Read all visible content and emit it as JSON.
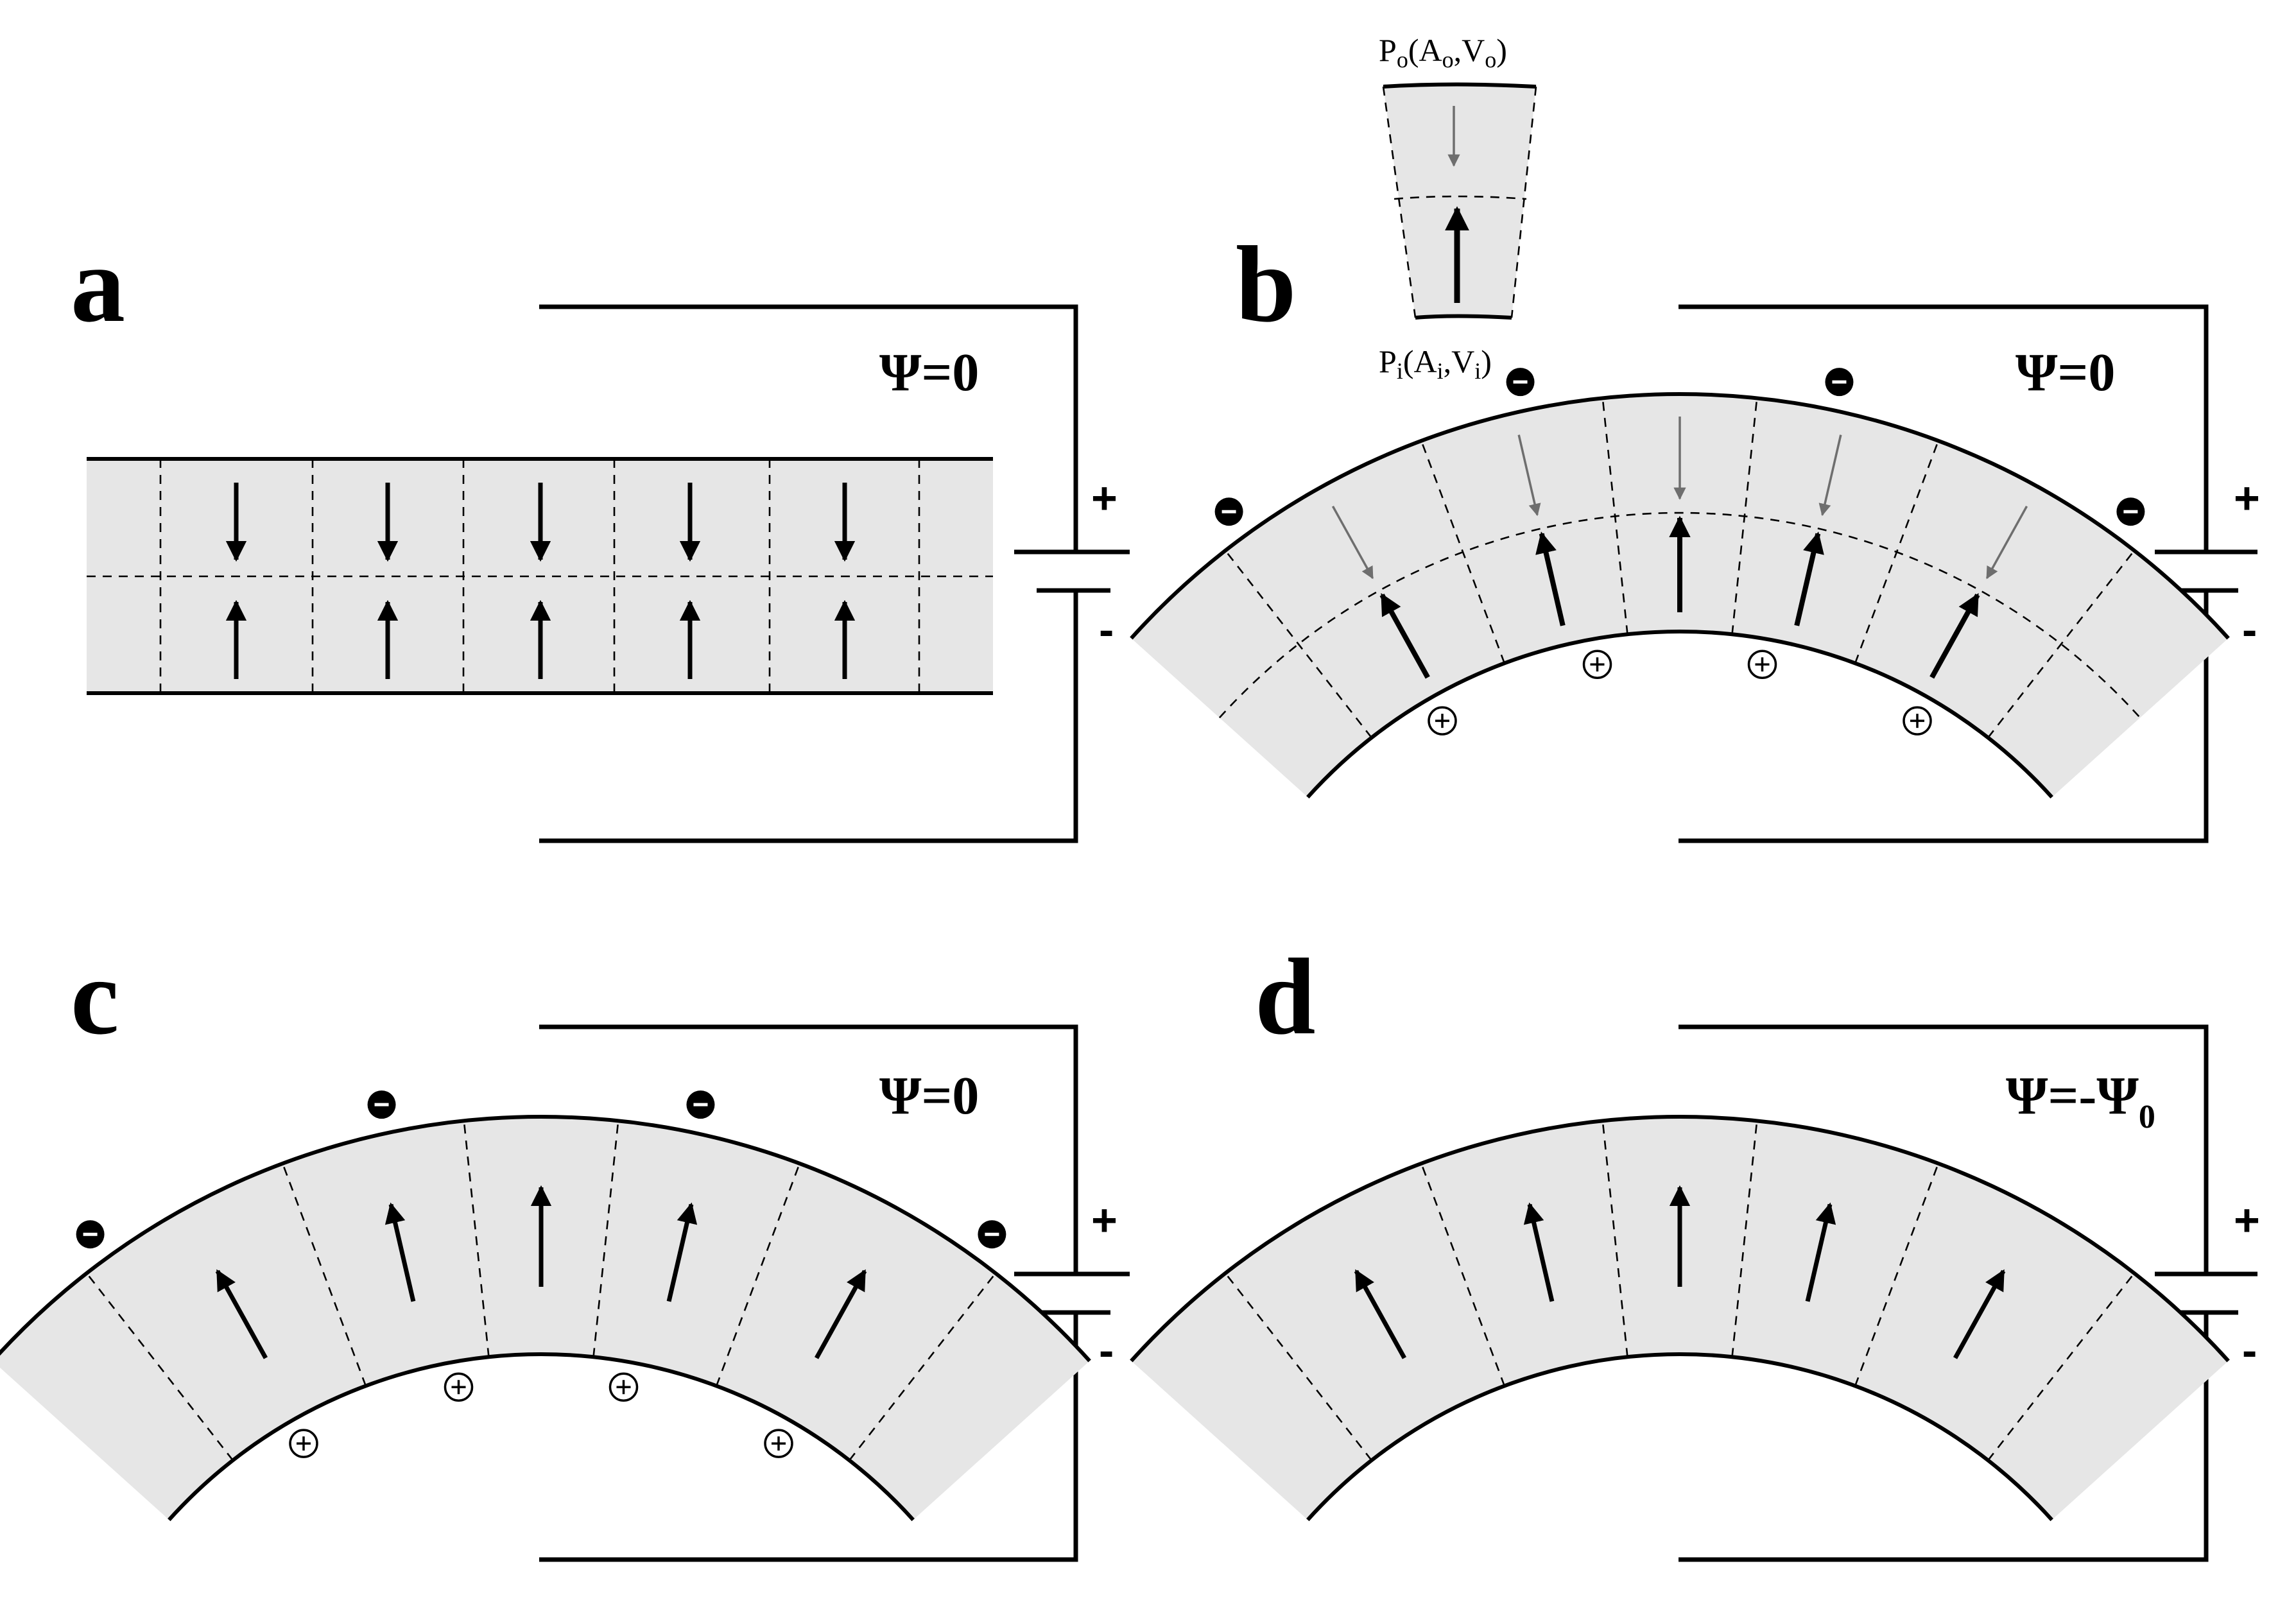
{
  "panels": [
    {
      "id": "a",
      "label": "a",
      "potential": "Ψ=0",
      "battery": {
        "plus": "+",
        "minus": "-"
      },
      "shape": "flat",
      "polarization": "opposing-halves: outer half points down, inner half points up",
      "surface_charges": "none"
    },
    {
      "id": "b",
      "label": "b",
      "potential": "Ψ=0",
      "battery": {
        "plus": "+",
        "minus": "-"
      },
      "shape": "bent",
      "polarization": "outer half small grey arrows pointing inward, inner half large black arrows pointing outward",
      "surface_charges": "negative on outer surface, positive on inner surface",
      "inset": {
        "top_label": {
          "main": "P",
          "sub": "o",
          "args": "(A",
          "a_sub": "o",
          "mid": ",V",
          "v_sub": "o",
          "end": ")"
        },
        "bottom_label": {
          "main": "P",
          "sub": "i",
          "args": "(A",
          "a_sub": "i",
          "mid": ",V",
          "v_sub": "i",
          "end": ")"
        }
      }
    },
    {
      "id": "c",
      "label": "c",
      "potential": "Ψ=0",
      "battery": {
        "plus": "+",
        "minus": "-"
      },
      "shape": "bent",
      "polarization": "single layer, arrows pointing outward",
      "surface_charges": "negative on outer surface, positive on inner surface"
    },
    {
      "id": "d",
      "label": "d",
      "potential": "Ψ=-Ψ",
      "potential_sub": "0",
      "battery": {
        "plus": "+",
        "minus": "-"
      },
      "shape": "bent",
      "polarization": "single layer, arrows pointing outward",
      "surface_charges": "none"
    }
  ],
  "colors": {
    "band_fill": "#e6e6e6",
    "outer_arrow_grey": "#6e6e6e",
    "line": "#000000"
  }
}
